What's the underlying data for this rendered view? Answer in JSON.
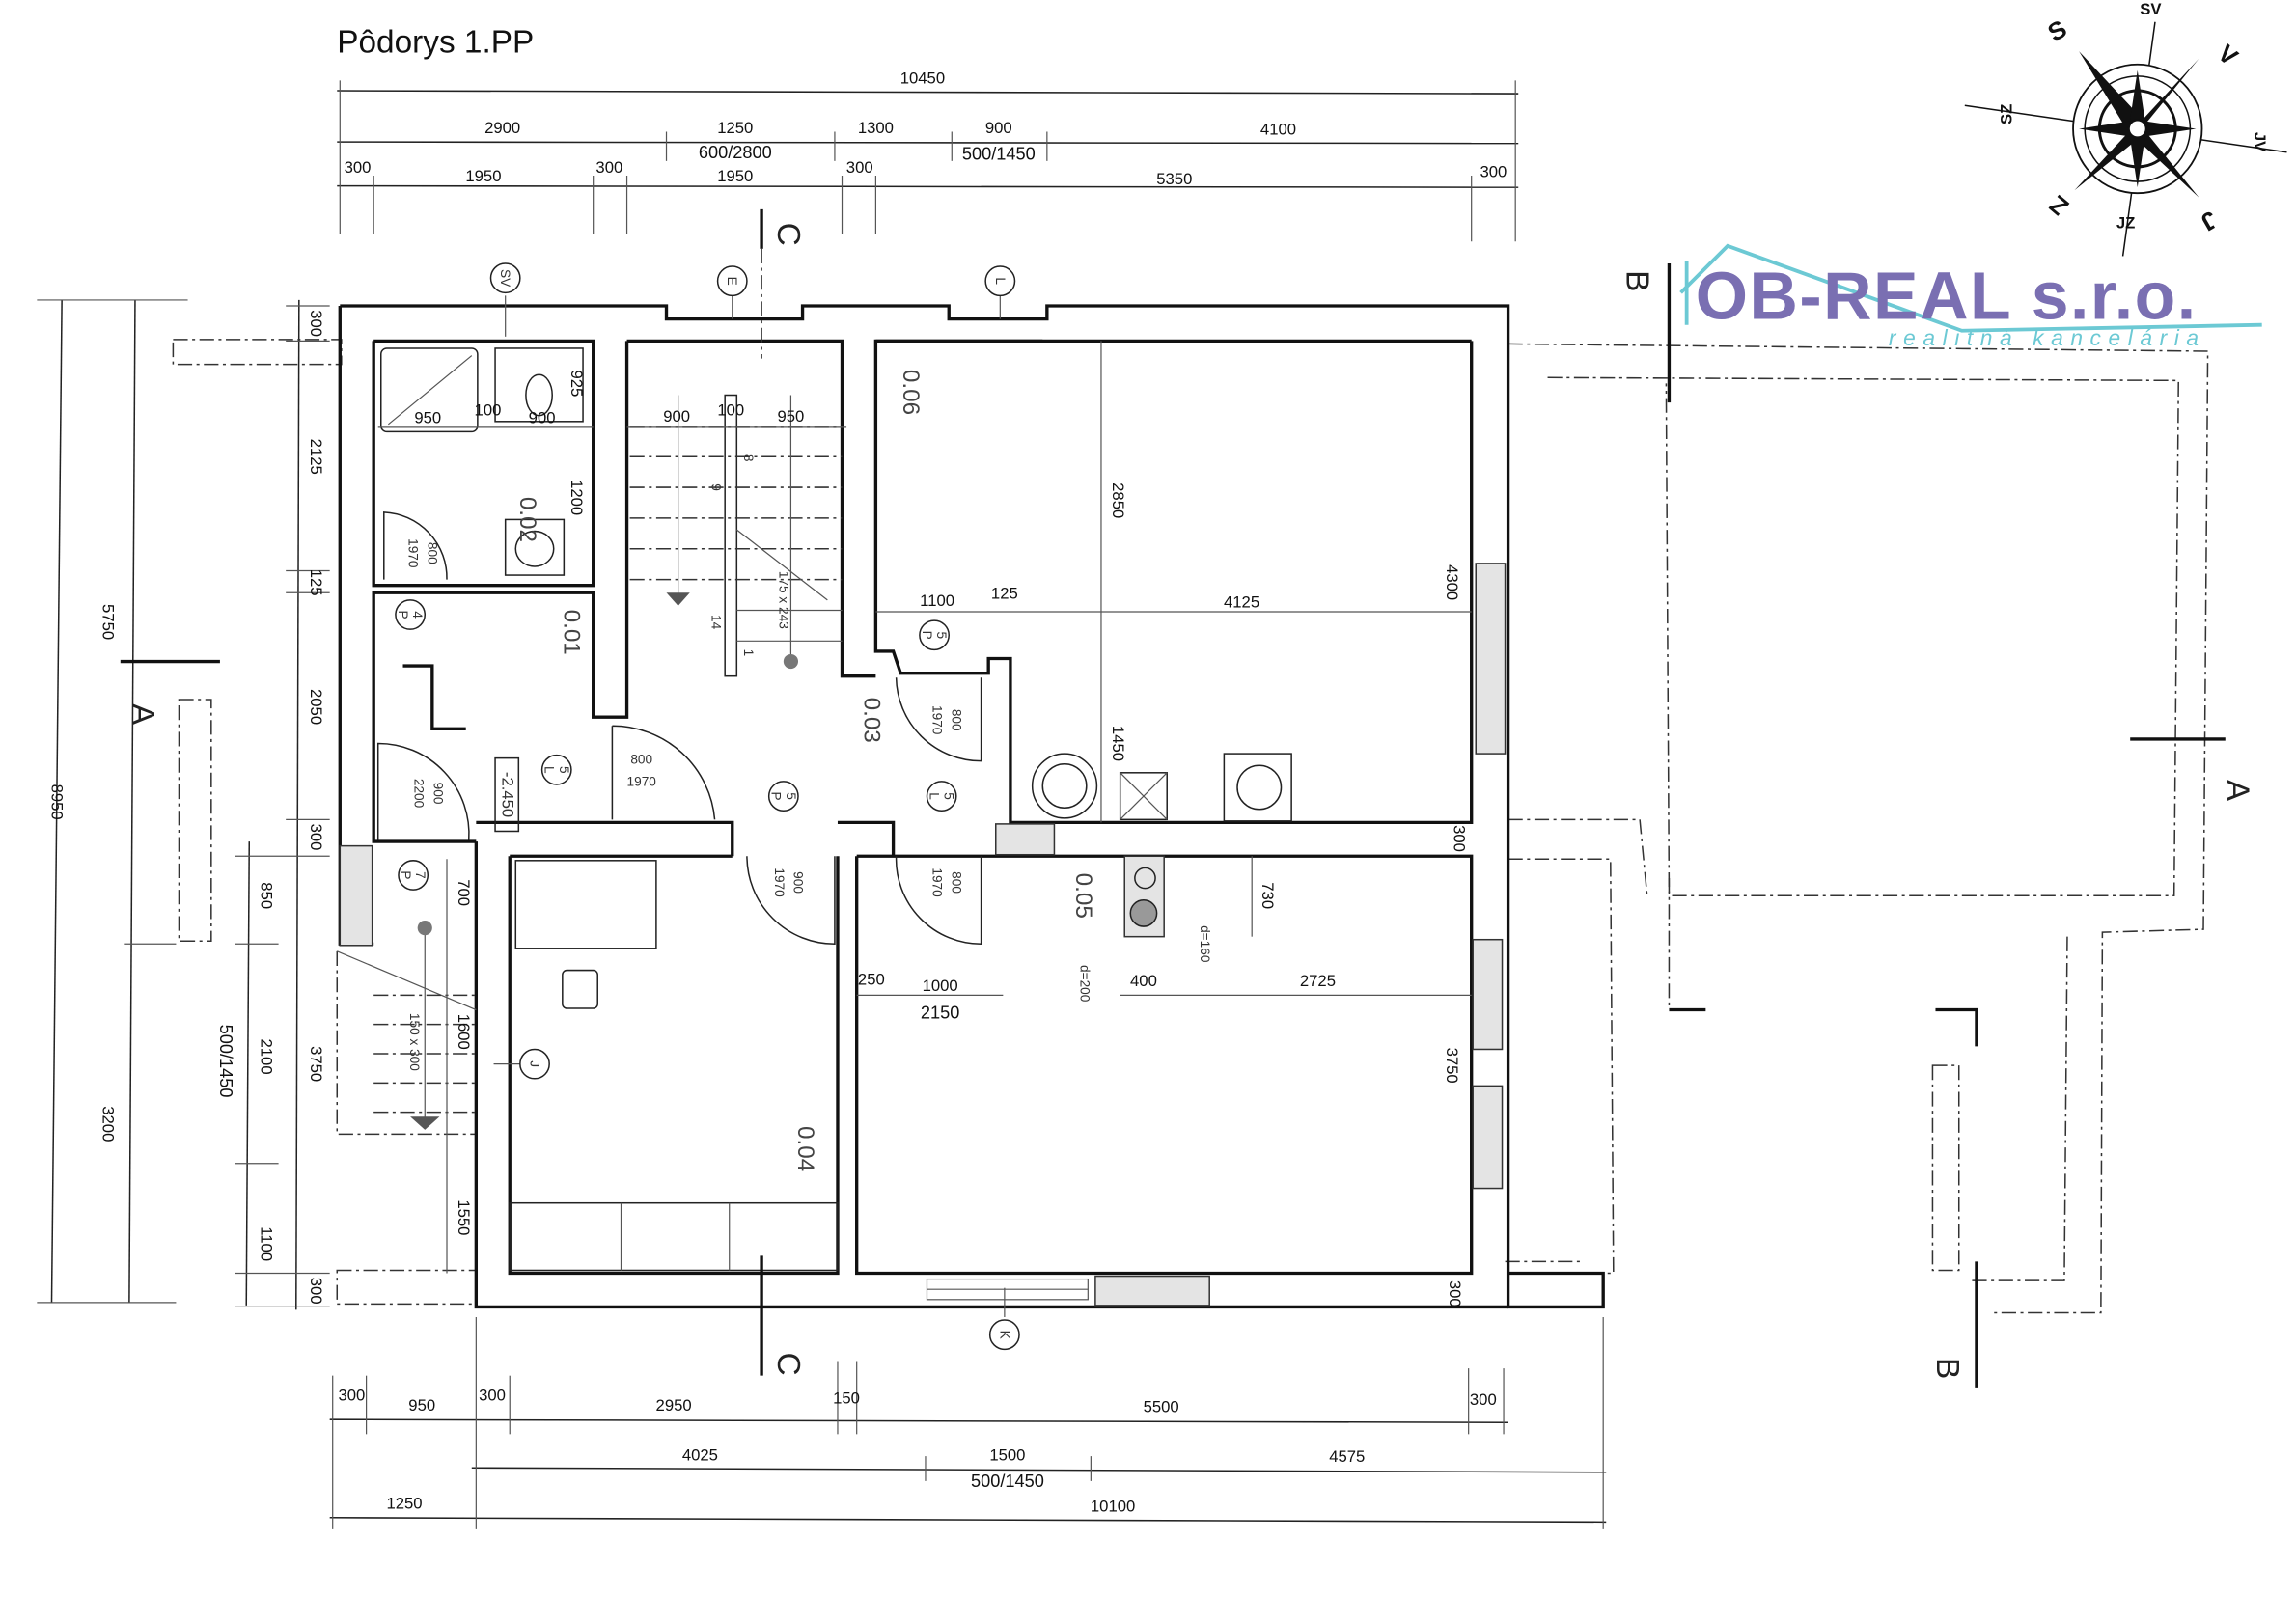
{
  "title": "Pôdorys 1.PP",
  "logo": {
    "name": "OB-REAL s.r.o.",
    "tagline": "realitná kancelária",
    "brand_color": "#7a6fb2",
    "accent_color": "#6cc9d4"
  },
  "compass": {
    "S": "S",
    "SV": "SV",
    "V": "V",
    "JV": "JV",
    "J": "J",
    "JZ": "JZ",
    "Z": "Z",
    "SZ": "SZ"
  },
  "top_dims": {
    "row1": [
      "10450"
    ],
    "row2": [
      "2900",
      "1250",
      "1300",
      "900",
      "4100"
    ],
    "row2_sub": [
      "600/2800",
      "500/1450"
    ],
    "row3": [
      "300",
      "1950",
      "300",
      "1950",
      "300",
      "5350",
      "300"
    ]
  },
  "bottom_dims": {
    "row1": [
      "300",
      "950",
      "300",
      "2950",
      "150",
      "5500",
      "300"
    ],
    "row2": [
      "4025",
      "1500",
      "4575"
    ],
    "row2_sub": [
      "500/1450"
    ],
    "row3": [
      "1250",
      "10100"
    ]
  },
  "left_dims": {
    "total": "8950",
    "split": [
      "5750",
      "3200"
    ],
    "walls": [
      "300",
      "2125",
      "125",
      "2050",
      "300",
      "3750",
      "300"
    ],
    "window": [
      "850",
      "2100",
      "1100"
    ],
    "window_sub": "500/1450"
  },
  "sections": {
    "a_left": "A",
    "a_right": "A",
    "b_top": "B",
    "b_bottom": "B",
    "c_top": "C",
    "c_bottom": "C"
  },
  "axes": [
    "SV",
    "E",
    "L",
    "K",
    "J"
  ],
  "rooms": {
    "r001": "0.01",
    "r002": "0.02",
    "r003": "0.03",
    "r004": "0.04",
    "r005": "0.05",
    "r006": "0.06"
  },
  "level": "-2.450",
  "doors": [
    {
      "top": "4",
      "bottom": "P"
    },
    {
      "top": "5",
      "bottom": "P"
    },
    {
      "top": "5",
      "bottom": "L"
    },
    {
      "top": "5",
      "bottom": "P"
    },
    {
      "top": "5",
      "bottom": "L"
    },
    {
      "top": "7",
      "bottom": "P"
    }
  ],
  "door_sizes": [
    "800",
    "1970",
    "900",
    "2200",
    "800",
    "1970",
    "800",
    "1970",
    "900",
    "1970",
    "800",
    "1970"
  ],
  "bath_dims": [
    "950",
    "100",
    "900",
    "925",
    "1200"
  ],
  "stair_dims": [
    "900",
    "100",
    "950",
    "175 x 243",
    "8",
    "9",
    "14",
    "1"
  ],
  "stair2_dims": [
    "700",
    "1600",
    "150 x 300",
    "1550"
  ],
  "inner_dims": [
    "2850",
    "1100",
    "125",
    "4125",
    "4300",
    "1450",
    "300",
    "730",
    "d=160",
    "d=200",
    "400",
    "2725",
    "250",
    "1000",
    "2150",
    "3750",
    "300"
  ]
}
